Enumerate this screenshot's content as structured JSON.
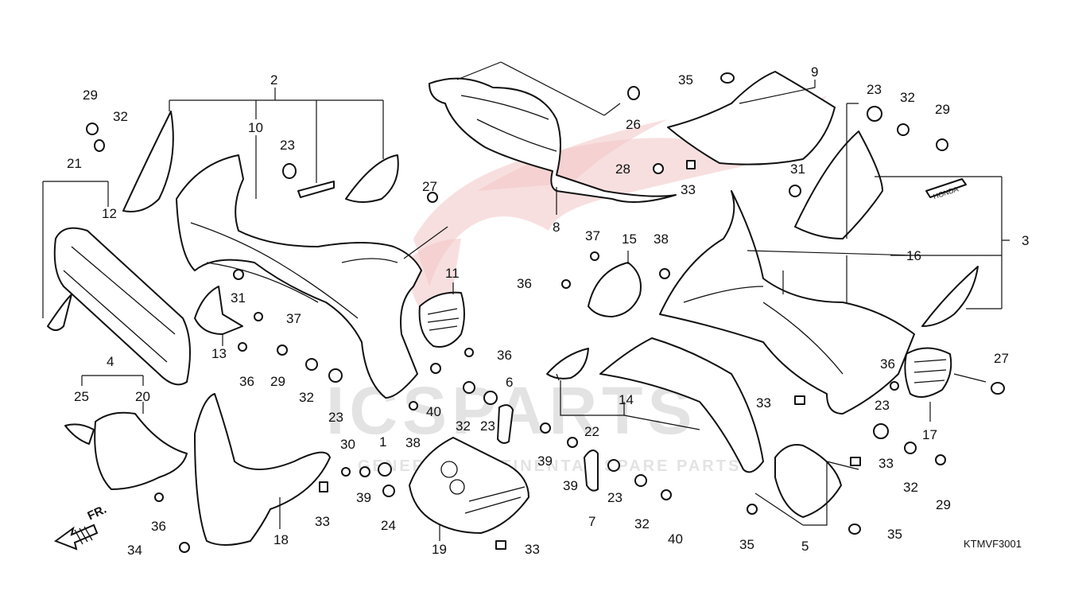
{
  "diagram": {
    "code": "KTMVF3001",
    "direction_label": "FR.",
    "watermark": {
      "brand": "ICSPARTS",
      "tagline": "GENERAL CONTINENTAL SPARE PARTS",
      "accent_color": "#e88a8a"
    }
  },
  "callouts": [
    {
      "id": "c2",
      "text": "2"
    },
    {
      "id": "c10",
      "text": "10"
    },
    {
      "id": "c29a",
      "text": "29"
    },
    {
      "id": "c32a",
      "text": "32"
    },
    {
      "id": "c23a",
      "text": "23"
    },
    {
      "id": "c21",
      "text": "21"
    },
    {
      "id": "c12",
      "text": "12"
    },
    {
      "id": "c27a",
      "text": "27"
    },
    {
      "id": "c8",
      "text": "8"
    },
    {
      "id": "c26",
      "text": "26"
    },
    {
      "id": "c28",
      "text": "28"
    },
    {
      "id": "c33a",
      "text": "33"
    },
    {
      "id": "c35a",
      "text": "35"
    },
    {
      "id": "c9",
      "text": "9"
    },
    {
      "id": "c23b",
      "text": "23"
    },
    {
      "id": "c32b",
      "text": "32"
    },
    {
      "id": "c29b",
      "text": "29"
    },
    {
      "id": "c31a",
      "text": "31"
    },
    {
      "id": "c3",
      "text": "3"
    },
    {
      "id": "c16",
      "text": "16"
    },
    {
      "id": "c37a",
      "text": "37"
    },
    {
      "id": "c15",
      "text": "15"
    },
    {
      "id": "c38a",
      "text": "38"
    },
    {
      "id": "c36a",
      "text": "36"
    },
    {
      "id": "c11",
      "text": "11"
    },
    {
      "id": "c31b",
      "text": "31"
    },
    {
      "id": "c37b",
      "text": "37"
    },
    {
      "id": "c13",
      "text": "13"
    },
    {
      "id": "c36b",
      "text": "36"
    },
    {
      "id": "c29c",
      "text": "29"
    },
    {
      "id": "c32c",
      "text": "32"
    },
    {
      "id": "c23c",
      "text": "23"
    },
    {
      "id": "c36c",
      "text": "36"
    },
    {
      "id": "c40a",
      "text": "40"
    },
    {
      "id": "c38b",
      "text": "38"
    },
    {
      "id": "c32d",
      "text": "32"
    },
    {
      "id": "c6",
      "text": "6"
    },
    {
      "id": "c23d",
      "text": "23"
    },
    {
      "id": "c4",
      "text": "4"
    },
    {
      "id": "c25",
      "text": "25"
    },
    {
      "id": "c20",
      "text": "20"
    },
    {
      "id": "c14",
      "text": "14"
    },
    {
      "id": "c22",
      "text": "22"
    },
    {
      "id": "c39a",
      "text": "39"
    },
    {
      "id": "c30",
      "text": "30"
    },
    {
      "id": "c1",
      "text": "1"
    },
    {
      "id": "c39b",
      "text": "39"
    },
    {
      "id": "c24",
      "text": "24"
    },
    {
      "id": "c33b",
      "text": "33"
    },
    {
      "id": "c18",
      "text": "18"
    },
    {
      "id": "c19",
      "text": "19"
    },
    {
      "id": "c33c",
      "text": "33"
    },
    {
      "id": "c36d",
      "text": "36"
    },
    {
      "id": "c34",
      "text": "34"
    },
    {
      "id": "c39c",
      "text": "39"
    },
    {
      "id": "c23e",
      "text": "23"
    },
    {
      "id": "c7",
      "text": "7"
    },
    {
      "id": "c32e",
      "text": "32"
    },
    {
      "id": "c40b",
      "text": "40"
    },
    {
      "id": "c33d",
      "text": "33"
    },
    {
      "id": "c36e",
      "text": "36"
    },
    {
      "id": "c27b",
      "text": "27"
    },
    {
      "id": "c17",
      "text": "17"
    },
    {
      "id": "c23f",
      "text": "23"
    },
    {
      "id": "c32f",
      "text": "32"
    },
    {
      "id": "c29d",
      "text": "29"
    },
    {
      "id": "c33e",
      "text": "33"
    },
    {
      "id": "c35b",
      "text": "35"
    },
    {
      "id": "c5",
      "text": "5"
    },
    {
      "id": "c35c",
      "text": "35"
    }
  ]
}
